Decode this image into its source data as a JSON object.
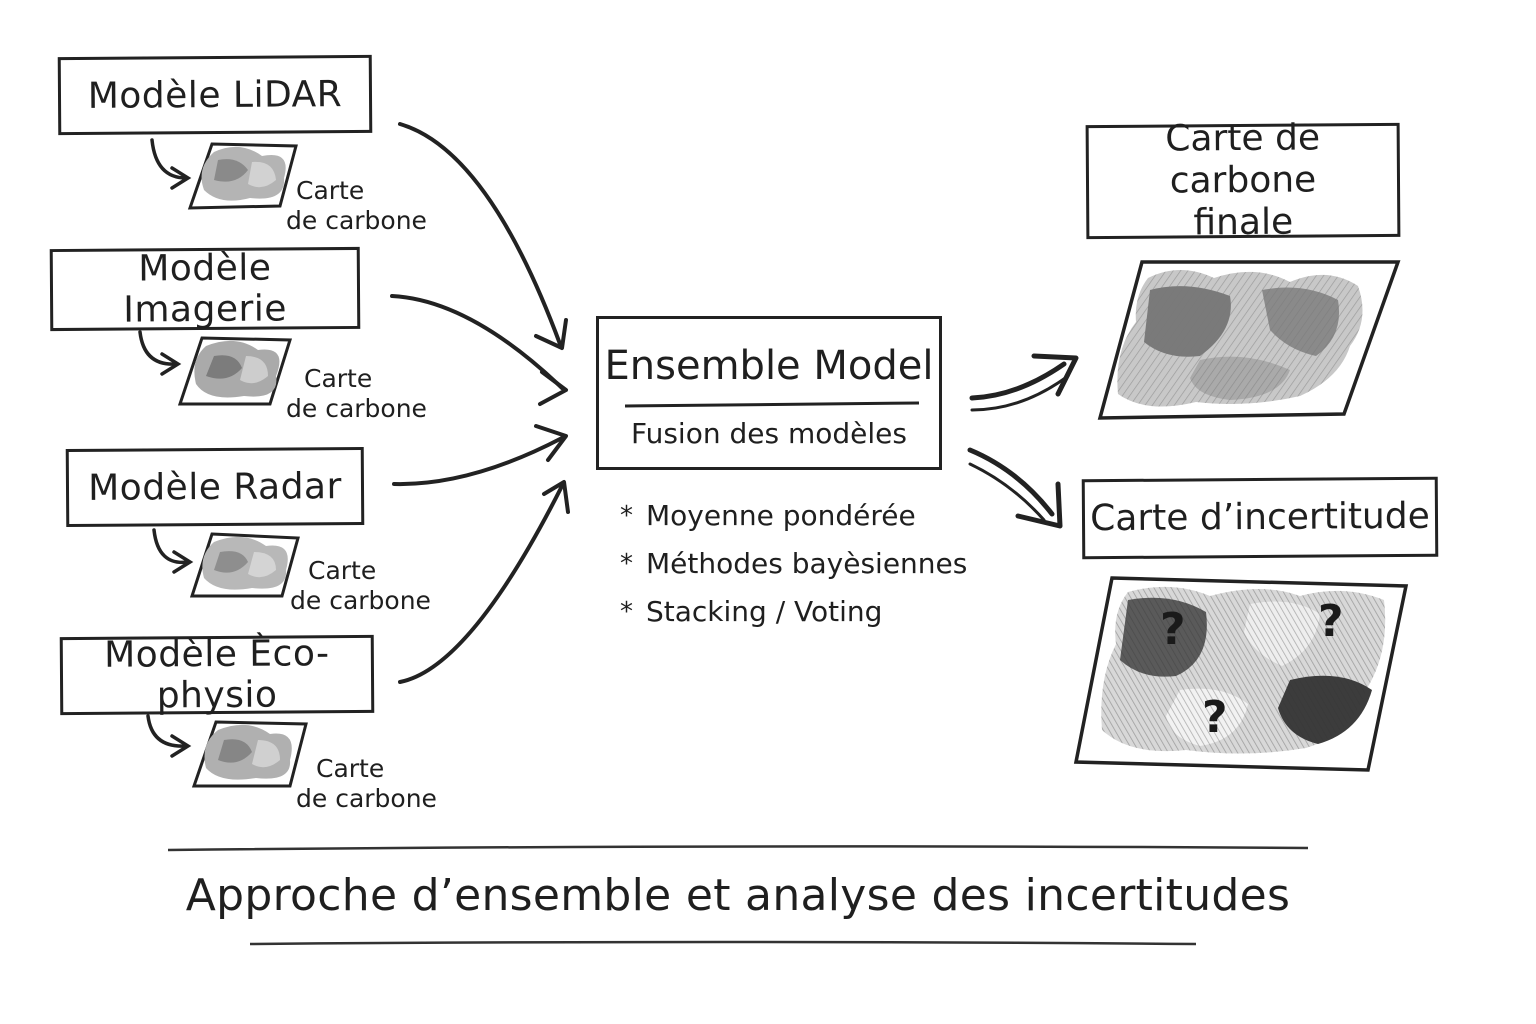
{
  "models": [
    {
      "name": "Modèle LiDAR",
      "tile_label_1": "Carte",
      "tile_label_2": "de carbone"
    },
    {
      "name": "Modèle Imagerie",
      "tile_label_1": "Carte",
      "tile_label_2": "de carbone"
    },
    {
      "name": "Modèle Radar",
      "tile_label_1": "Carte",
      "tile_label_2": "de carbone"
    },
    {
      "name": "Modèle Èco-physio",
      "tile_label_1": "Carte",
      "tile_label_2": "de carbone"
    }
  ],
  "ensemble": {
    "title": "Ensemble Model",
    "subtitle": "Fusion des modèles"
  },
  "methods": [
    {
      "bullet": "*",
      "text": "Moyenne pondérée"
    },
    {
      "bullet": "*",
      "text": "Méthodes bayèsiennes"
    },
    {
      "bullet": "*",
      "text": "Stacking / Voting"
    }
  ],
  "outputs": {
    "final_map": {
      "line1": "Carte de carbone",
      "line2": "finale"
    },
    "uncertainty_map": {
      "title": "Carte d’incertitude",
      "marks": [
        "?",
        "?",
        "?"
      ]
    }
  },
  "footer": "Approche d’ensemble et analyse des incertitudes",
  "colors": {
    "ink": "#222222",
    "paper": "#ffffff",
    "shade_light": "#cfcfcf",
    "shade_mid": "#9a9a9a",
    "shade_dark": "#555555"
  }
}
